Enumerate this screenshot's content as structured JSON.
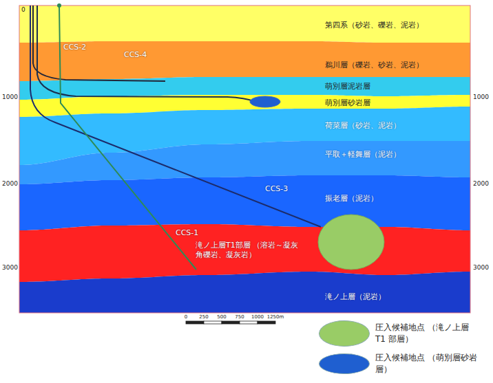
{
  "diagram": {
    "nodes": [
      {
        "text": [
          "第四系（砂岩、礫岩、泥岩）"
        ]
      },
      {
        "text": [
          "鵜川層（礫岩、砂岩、泥岩）"
        ]
      },
      {
        "text": [
          "萌別層泥岩層"
        ]
      },
      {
        "text": [
          "萌別層砂岩層"
        ]
      },
      {
        "text": [
          "荷菜層（砂岩、泥岩）"
        ]
      },
      {
        "text": [
          "平取＋軽舞層（泥岩）"
        ]
      },
      {
        "text": [
          "振老層（泥岩）"
        ]
      },
      {
        "text": [
          "滝ノ上層T1部層 （溶岩～凝灰角礫岩、凝灰岩）"
        ]
      },
      {
        "text": [
          "滝ノ上層（泥岩）"
        ]
      }
    ],
    "labels": [
      "0",
      "1000",
      "2000",
      "3000",
      "1000",
      "2000",
      "3000",
      "CCS-2",
      "CCS-4",
      "CCS-3",
      "CCS-1",
      "0",
      "250",
      "500",
      "750",
      "1000",
      "1250m"
    ],
    "legend": [
      {
        "text": "圧入候補地点 （滝ノ上層 T1 部層）",
        "color": "#99cc66"
      },
      {
        "text": "圧入候補地点 （萌別層砂岩層）",
        "color": "#1f5fd0"
      }
    ]
  }
}
